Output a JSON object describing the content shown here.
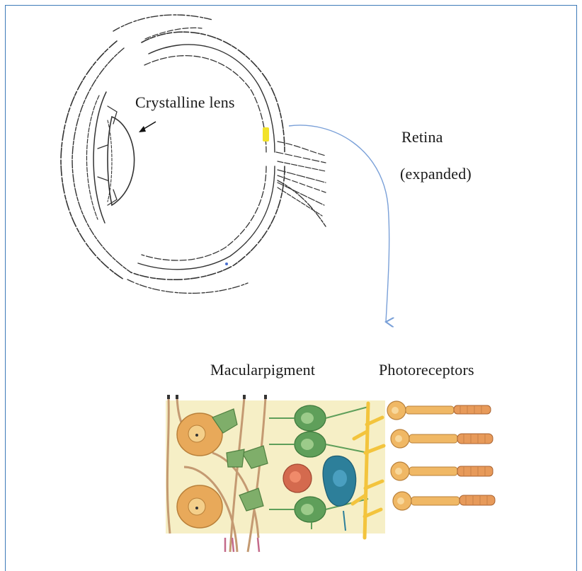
{
  "labels": {
    "crystalline_lens": "Crystalline lens",
    "retina": "Retina",
    "retina_expanded": "(expanded)",
    "macular_pigment": "Macularpigment",
    "photoreceptors": "Photoreceptors"
  },
  "colors": {
    "frame": "#3d7ab8",
    "arrow": "#7aa0d8",
    "macula_spot": "#f2e22a",
    "retina_panel": "#f6efc6",
    "ganglion_cell": "#e8a95a",
    "bipolar_cell": "#5f9f5a",
    "amacrine_cell": "#2d7f9a",
    "horizontal_cell": "#d46a4e",
    "photoreceptor": "#f0b865",
    "muller_cell": "#f3c43d",
    "axon": "#c49a72"
  }
}
